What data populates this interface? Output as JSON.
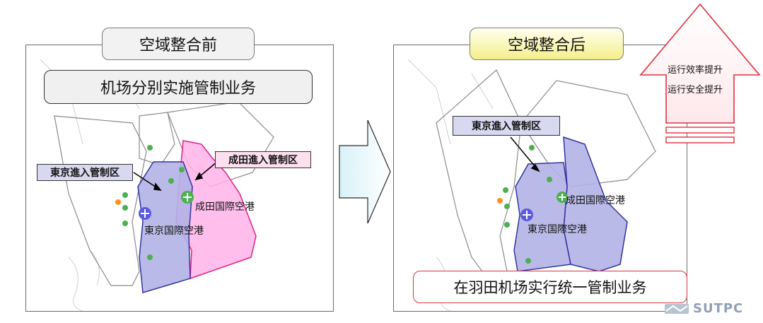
{
  "before": {
    "title": "空域整合前",
    "subtitle": "机场分别实施管制业务",
    "tokyo_area": "東京進入管制区",
    "narita_area": "成田進入管制区",
    "narita_airport": "成田国際空港",
    "tokyo_airport": "東京国際空港"
  },
  "after": {
    "title": "空域整合后",
    "tokyo_area": "東京進入管制区",
    "narita_airport": "成田国際空港",
    "tokyo_airport": "東京国際空港",
    "banner": "在羽田机场实行统一管制业务"
  },
  "benefits": [
    "运行效率提升",
    "运行安全提升"
  ],
  "logo": "SUTPC",
  "colors": {
    "tokyo_fill": "#b3b3e6",
    "narita_fill": "#ffb3e8",
    "after_title_bg": "#f4ef8a",
    "banner_border": "#e03040",
    "up_arrow_border": "#e03040"
  },
  "icons": [
    "arrow-right-icon",
    "arrow-up-icon",
    "airplane-icon",
    "airport-marker-icon",
    "sutpc-logo-icon"
  ]
}
